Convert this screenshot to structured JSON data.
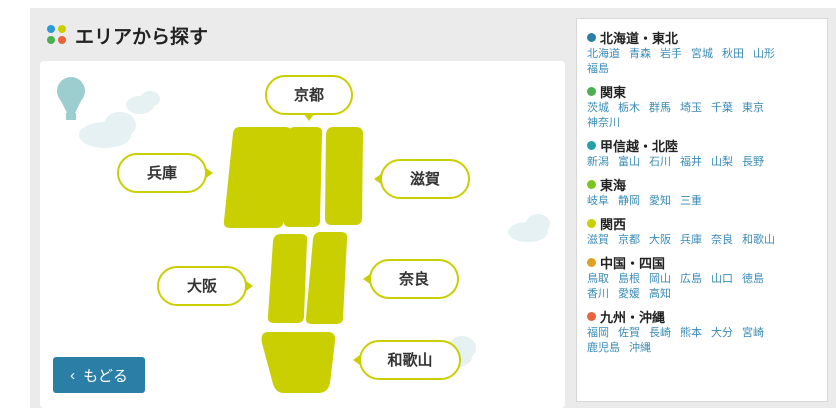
{
  "title": "エリアから探す",
  "colors": {
    "accent": "#2b7ea6",
    "map_fill": "#c9cf00",
    "bubble_stroke": "#c9cf00"
  },
  "map": {
    "labels": {
      "kyoto": "京都",
      "hyogo": "兵庫",
      "shiga": "滋賀",
      "osaka": "大阪",
      "nara": "奈良",
      "wakayama": "和歌山"
    }
  },
  "back_button": {
    "icon": "chevron-left-icon",
    "label": "もどる"
  },
  "regions": [
    {
      "name": "北海道・東北",
      "color": "#2b7ea6",
      "prefs": [
        "北海道",
        "青森",
        "岩手",
        "宮城",
        "秋田",
        "山形",
        "福島"
      ]
    },
    {
      "name": "関東",
      "color": "#4caf50",
      "prefs": [
        "茨城",
        "栃木",
        "群馬",
        "埼玉",
        "千葉",
        "東京",
        "神奈川"
      ]
    },
    {
      "name": "甲信越・北陸",
      "color": "#26a0a8",
      "prefs": [
        "新潟",
        "富山",
        "石川",
        "福井",
        "山梨",
        "長野"
      ]
    },
    {
      "name": "東海",
      "color": "#7cc520",
      "prefs": [
        "岐阜",
        "静岡",
        "愛知",
        "三重"
      ]
    },
    {
      "name": "関西",
      "color": "#c9cf00",
      "prefs": [
        "滋賀",
        "京都",
        "大阪",
        "兵庫",
        "奈良",
        "和歌山"
      ]
    },
    {
      "name": "中国・四国",
      "color": "#e0a020",
      "prefs": [
        "鳥取",
        "島根",
        "岡山",
        "広島",
        "山口",
        "徳島",
        "香川",
        "愛媛",
        "高知"
      ]
    },
    {
      "name": "九州・沖縄",
      "color": "#e8643c",
      "prefs": [
        "福岡",
        "佐賀",
        "長崎",
        "熊本",
        "大分",
        "宮崎",
        "鹿児島",
        "沖縄"
      ]
    }
  ]
}
